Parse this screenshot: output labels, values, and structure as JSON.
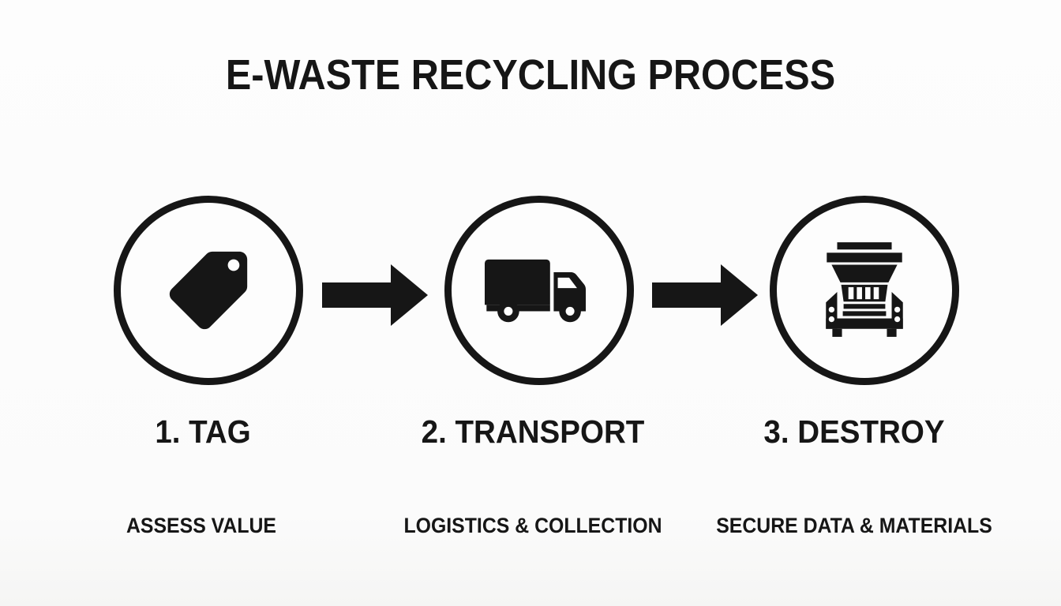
{
  "title": "E-WASTE RECYCLING PROCESS",
  "colors": {
    "ink": "#161616",
    "background": "#fcfcfc"
  },
  "steps": [
    {
      "label": "1. TAG",
      "sublabel": "ASSESS VALUE",
      "icon": "tag-icon"
    },
    {
      "label": "2. TRANSPORT",
      "sublabel": "LOGISTICS & COLLECTION",
      "icon": "truck-icon"
    },
    {
      "label": "3. DESTROY",
      "sublabel": "SECURE DATA & MATERIALS",
      "icon": "shredder-icon"
    }
  ],
  "connectors": [
    {
      "type": "arrow-right"
    },
    {
      "type": "arrow-right"
    }
  ]
}
